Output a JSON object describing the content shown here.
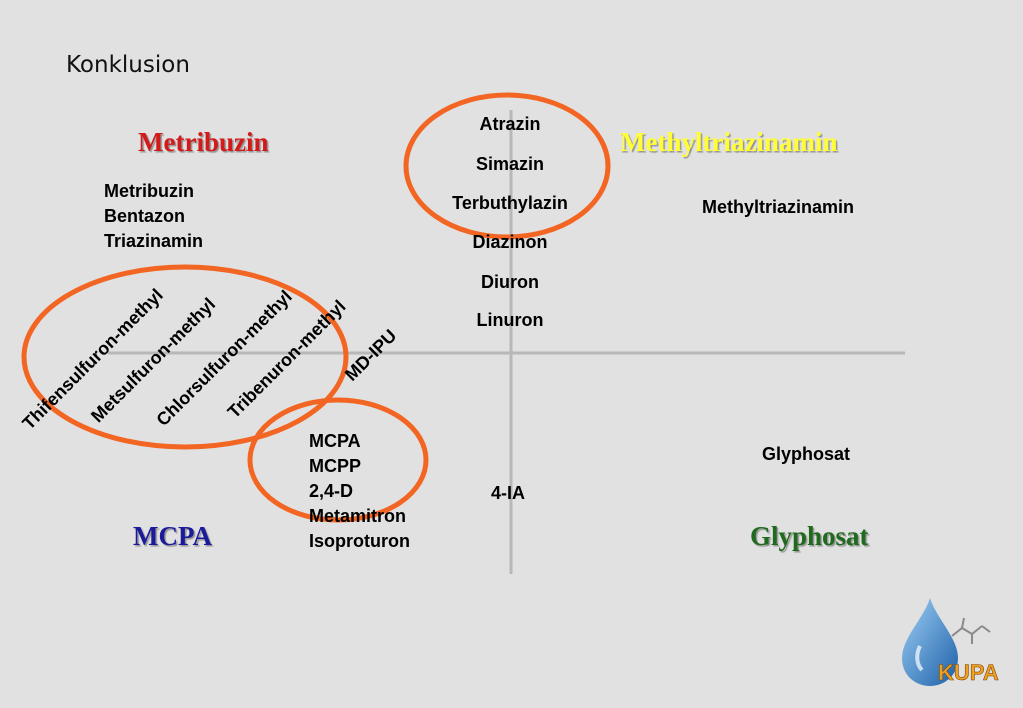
{
  "title": "Konklusion",
  "quadrants": {
    "top_left": {
      "label": "Metribuzin",
      "color": "#d21a1a"
    },
    "top_right": {
      "label": "Methyltriazinamin",
      "color": "#ffff33"
    },
    "bottom_left": {
      "label": "MCPA",
      "color": "#1a1a9a"
    },
    "bottom_right": {
      "label": "Glyphosat",
      "color": "#1f6a1f"
    }
  },
  "top_left_list": [
    "Metribuzin",
    "Bentazon",
    "Triazinamin"
  ],
  "center_list": [
    "Atrazin",
    "Simazin",
    "Terbuthylazin",
    "Diazinon",
    "Diuron",
    "Linuron"
  ],
  "top_right_item": "Methyltriazinamin",
  "diagonal_labels": [
    "Thifensulfuron-methyl",
    "Metsulfuron-methyl",
    "Chlorsulfuron-methyl",
    "Tribenuron-methyl",
    "MD-IPU"
  ],
  "bottom_left_list": [
    "MCPA",
    "MCPP",
    "2,4-D",
    "Metamitron",
    "Isoproturon"
  ],
  "center_bottom_item": "4-IA",
  "bottom_right_item": "Glyphosat",
  "logo": {
    "text": "KUPA",
    "drop_color": "#3a8fd0",
    "text_color": "#f0a020"
  },
  "highlight_color": "#f26522",
  "axis_color": "#b8b8b8"
}
